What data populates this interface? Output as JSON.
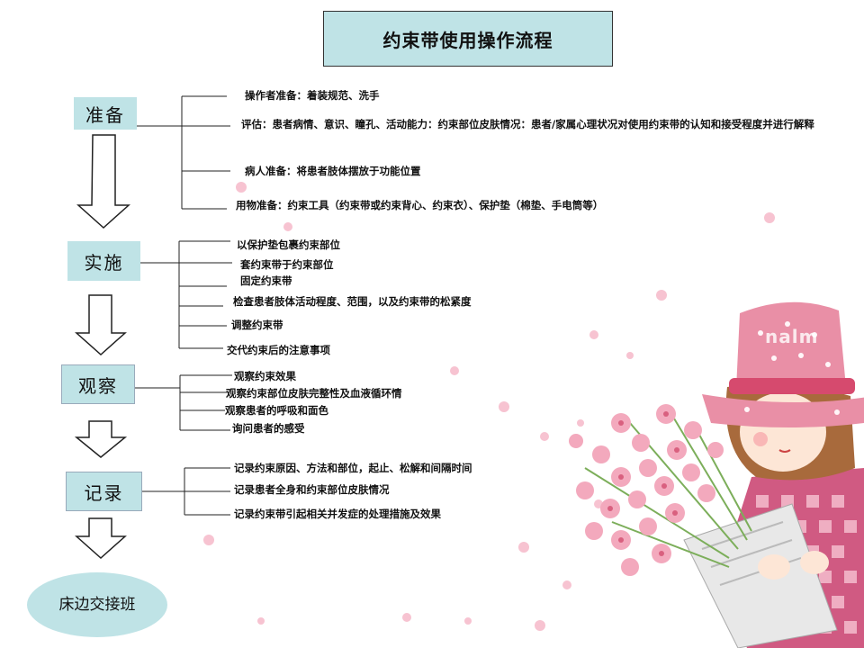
{
  "title": "约束带使用操作流程",
  "stages": {
    "prepare": {
      "label": "准备",
      "items": [
        "操作者准备：着装规范、洗手",
        "评估：患者病情、意识、瞳孔、活动能力：约束部位皮肤情况：患者/家属心理状况对使用约束带的认知和接受程度并进行解释",
        "病人准备：将患者肢体摆放于功能位置",
        "用物准备：约束工具（约束带或约束背心、约束衣）、保护垫（棉垫、手电筒等）"
      ]
    },
    "implement": {
      "label": "实施",
      "items": [
        "以保护垫包裹约束部位",
        "套约束带于约束部位",
        "固定约束带",
        "检查患者肢体活动程度、范围，以及约束带的松紧度",
        "调整约束带",
        "交代约束后的注意事项"
      ]
    },
    "observe": {
      "label": "观察",
      "items": [
        "观察约束效果",
        "观察约束部位皮肤完整性及血液循环情",
        "观察患者的呼吸和面色",
        "询问患者的感受"
      ]
    },
    "record": {
      "label": "记录",
      "items": [
        "记录约束原因、方法和部位，起止、松解和间隔时间",
        "记录患者全身和约束部位皮肤情况",
        "记录约束带引起相关并发症的处理措施及效果"
      ]
    },
    "handover": {
      "label": "床边交接班"
    }
  },
  "watermark": "nalm",
  "colors": {
    "stage_fill": "#bfe3e6",
    "line": "#222222",
    "hat": "#e98fa6",
    "flowers": "#f3a9bd"
  }
}
